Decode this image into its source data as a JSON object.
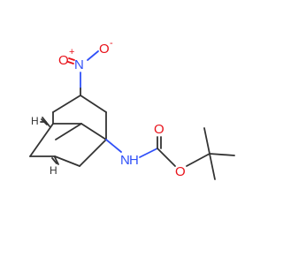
{
  "molecule": {
    "atoms": {
      "nitro_o_left": "O",
      "nitro_plus": "+",
      "nitro_n": "N",
      "nitro_o_right": "O",
      "nitro_minus": "-",
      "amide_n": "N",
      "amide_h": "H",
      "carbonyl_o": "O",
      "ester_o": "O",
      "h_top": "H",
      "h_bottom": "H"
    },
    "colors": {
      "carbon_bond": "#333333",
      "oxygen": "#e8121a",
      "nitrogen": "#3050f8",
      "hydrogen": "#333333"
    }
  }
}
